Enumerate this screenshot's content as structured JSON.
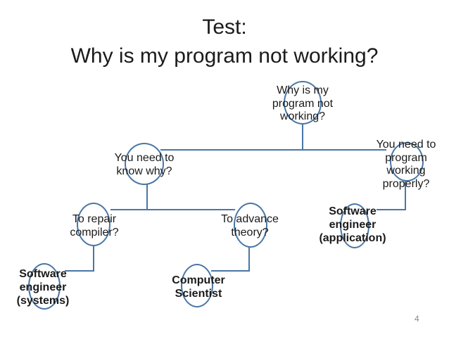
{
  "slide": {
    "title": [
      "Test:",
      "Why is my program not working?"
    ],
    "page_number": "4"
  },
  "colors": {
    "background": "#ffffff",
    "accent_line": "#4a76a5",
    "title_text": "#1b1b1b",
    "node_text": "#1a1a1a",
    "page_number_text": "#8a8a8a"
  },
  "diagram": {
    "type": "decision-tree",
    "nodes": [
      {
        "id": "root",
        "lines": [
          "Why is my",
          "program not",
          "working?"
        ],
        "emphasis": "regular"
      },
      {
        "id": "know-why",
        "lines": [
          "You need to",
          "know why?"
        ],
        "emphasis": "regular"
      },
      {
        "id": "working-properly",
        "lines": [
          "You need to",
          "program",
          "working",
          "properly?"
        ],
        "emphasis": "regular"
      },
      {
        "id": "repair-compiler",
        "lines": [
          "To repair",
          "compiler?"
        ],
        "emphasis": "regular"
      },
      {
        "id": "advance-theory",
        "lines": [
          "To advance",
          "theory?"
        ],
        "emphasis": "regular"
      },
      {
        "id": "se-application",
        "lines": [
          "Software",
          "engineer",
          "(application)"
        ],
        "emphasis": "bold"
      },
      {
        "id": "se-systems",
        "lines": [
          "Software",
          "engineer",
          "(systems)"
        ],
        "emphasis": "bold"
      },
      {
        "id": "computer-scientist",
        "lines": [
          "Computer",
          "Scientist"
        ],
        "emphasis": "bold"
      }
    ],
    "edges": [
      {
        "from": "root",
        "to": "know-why"
      },
      {
        "from": "root",
        "to": "working-properly"
      },
      {
        "from": "know-why",
        "to": "repair-compiler"
      },
      {
        "from": "know-why",
        "to": "advance-theory"
      },
      {
        "from": "repair-compiler",
        "to": "se-systems"
      },
      {
        "from": "advance-theory",
        "to": "computer-scientist"
      },
      {
        "from": "working-properly",
        "to": "se-application"
      }
    ]
  }
}
